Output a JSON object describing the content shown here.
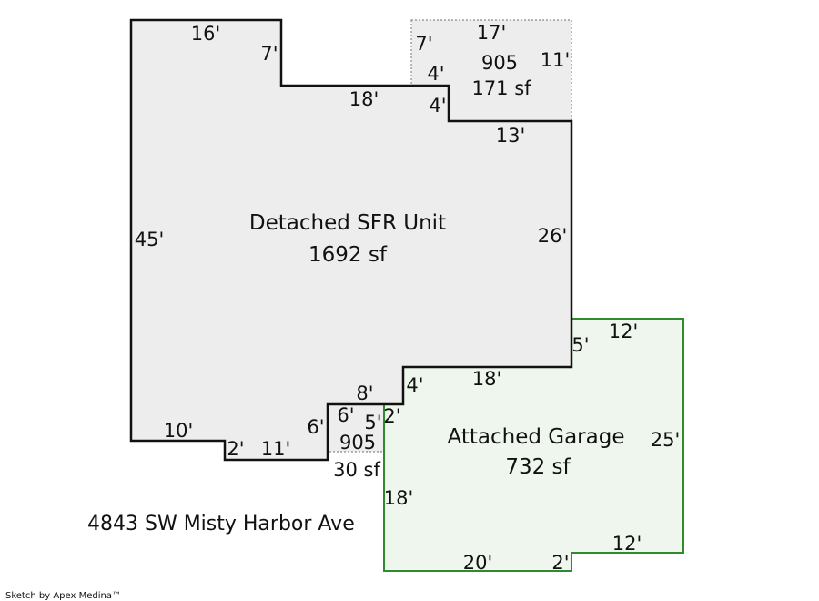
{
  "colors": {
    "house_outline": "#111111",
    "house_fill": "#ededed",
    "garage_outline": "#2e8b2e",
    "garage_fill": "#eef6ee",
    "dotted_outline": "#8a8a8a"
  },
  "main_unit": {
    "name": "Detached SFR Unit",
    "area": "1692 sf"
  },
  "garage": {
    "name": "Attached Garage",
    "area": "732 sf"
  },
  "upper_extra": {
    "code": "905",
    "area": "171 sf"
  },
  "lower_extra": {
    "code": "905",
    "area": "30 sf"
  },
  "address": "4843 SW Misty Harbor Ave",
  "credit": "Sketch by Apex Medina™",
  "dims": {
    "top": "16'",
    "left_step": "7'",
    "step_top": "18'",
    "left_side": "45'",
    "right_side": "26'",
    "upper_top": "17'",
    "upper_left": "7'",
    "upper_right": "11'",
    "upper_step_a": "4'",
    "upper_step_b": "4'",
    "upper_bottom": "13'",
    "bottom_left": "10'",
    "bottom_step": "2'",
    "bottom_mid": "11'",
    "lower_left": "6'",
    "lower_top": "8'",
    "lower_in_left": "6'",
    "lower_in_right": "5'",
    "lower_right": "2'",
    "garage_step": "4'",
    "garage_inner_top": "18'",
    "garage_notch": "5'",
    "garage_top": "12'",
    "garage_right": "25'",
    "garage_left": "18'",
    "garage_bottom": "20'",
    "garage_bottom_step": "2'",
    "garage_bottom_right": "12'"
  }
}
